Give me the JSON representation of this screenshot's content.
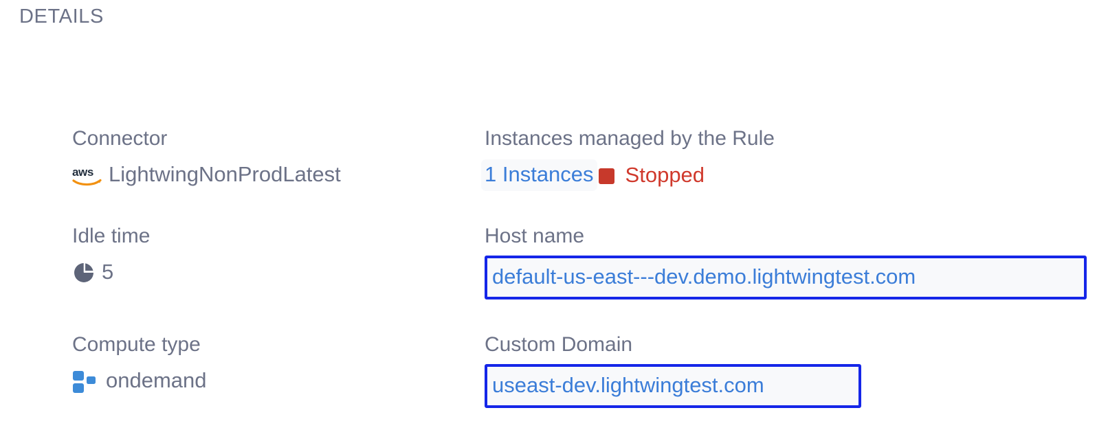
{
  "section": {
    "title": "DETAILS"
  },
  "fields": {
    "connector": {
      "label": "Connector",
      "value": "LightwingNonProdLatest",
      "icon": "aws-logo-icon",
      "icon_text": "aws"
    },
    "instances": {
      "label": "Instances managed by the Rule",
      "count_label": "1 Instances",
      "status": "Stopped",
      "status_icon": "stopped-square-icon"
    },
    "idle_time": {
      "label": "Idle time",
      "value": "5",
      "icon": "clock-icon"
    },
    "host_name": {
      "label": "Host name",
      "value": "default-us-east---dev.demo.lightwingtest.com"
    },
    "compute_type": {
      "label": "Compute type",
      "value": "ondemand",
      "icon": "compute-blocks-icon"
    },
    "custom_domain": {
      "label": "Custom Domain",
      "value": "useast-dev.lightwingtest.com"
    }
  },
  "colors": {
    "label_text": "#6c7287",
    "link_blue": "#3b7dd8",
    "status_red": "#d0392c",
    "annotation_blue": "#1526e8",
    "compute_icon_blue": "#3d8bd8",
    "aws_orange": "#f29111",
    "chip_background": "#f8f9fb",
    "page_background": "#ffffff"
  }
}
